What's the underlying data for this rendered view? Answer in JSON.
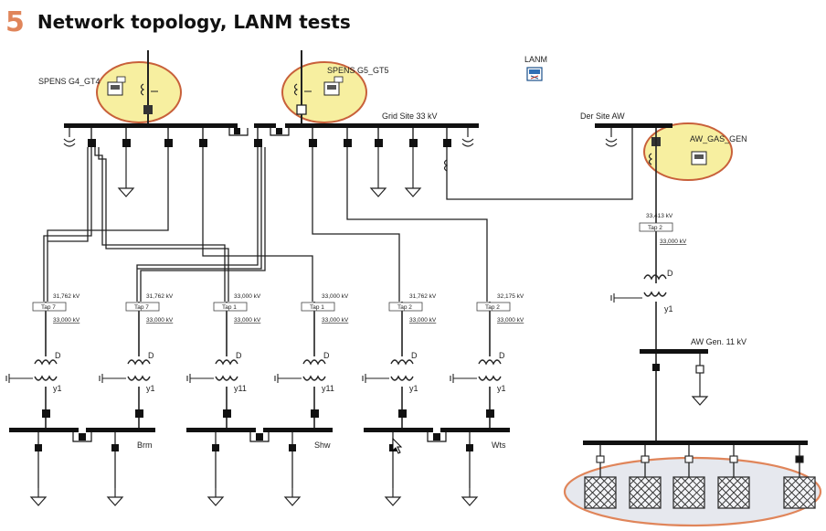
{
  "header": {
    "number": "5",
    "title": "Network topology, LANM tests"
  },
  "labels": {
    "gen1": "SPENS G4_GT4",
    "gen2": "SPENS G5_GT5",
    "lanm": "LANM",
    "grid_bus": "Grid Site 33 kV",
    "der_bus": "Der Site AW",
    "aw_gen": "AW_GAS_GEN",
    "aw_gen_bus": "AW Gen. 11 kV",
    "feeder1_bus": "Brm",
    "feeder2_bus": "Shw",
    "feeder3_bus": "Wts"
  },
  "transformers": [
    {
      "id": "t1",
      "kv_hv": "31,762 kV",
      "tap": "Tap 7",
      "kv_lv": "33,000 kV",
      "winding": "y1"
    },
    {
      "id": "t2",
      "kv_hv": "31,762 kV",
      "tap": "Tap 7",
      "kv_lv": "33,000 kV",
      "winding": "y1"
    },
    {
      "id": "t3",
      "kv_hv": "33,000 kV",
      "tap": "Tap 1",
      "kv_lv": "33,000 kV",
      "winding": "y11"
    },
    {
      "id": "t4",
      "kv_hv": "33,000 kV",
      "tap": "Tap 1",
      "kv_lv": "33,000 kV",
      "winding": "y11"
    },
    {
      "id": "t5",
      "kv_hv": "31,762 kV",
      "tap": "Tap 2",
      "kv_lv": "33,000 kV",
      "winding": "y1"
    },
    {
      "id": "t6",
      "kv_hv": "32,175 kV",
      "tap": "Tap 2",
      "kv_lv": "33,000 kV",
      "winding": "y1"
    },
    {
      "id": "taw",
      "kv_hv": "33,413 kV",
      "tap": "Tap 2",
      "kv_lv": "33,000 kV",
      "winding": "y1"
    }
  ],
  "winding_hv": "D",
  "colors": {
    "highlight_fill": "#f7efa0",
    "highlight_stroke": "#c8603a",
    "load_fill": "#e6e8ee",
    "accent": "#e0855a"
  }
}
